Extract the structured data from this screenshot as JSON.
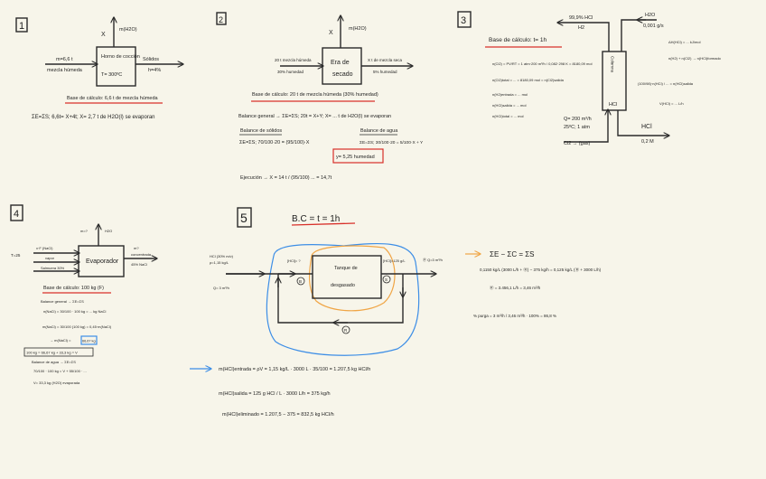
{
  "colors": {
    "background": "#f7f5ea",
    "ink": "#1e1e1e",
    "underline": "#d8302a",
    "highlight_blue": "#3d8ee6",
    "highlight_orange": "#f0a545"
  },
  "s1": {
    "number": "1",
    "unit": "Horno de cocción",
    "unit2": "T= 300ºC",
    "up_x": "X",
    "up_label": "m(H2O)",
    "in1": "m=6,6 t",
    "in2": "mezcla húmeda",
    "out1": "Sólidos",
    "out2": "h=4%",
    "base": "Base de cálculo: 6,6 t de mezcla húmeda",
    "eq": "ΣE=ΣS; 6,6t= X+4t; X= 2,7 t de H2O(l) se evaporan"
  },
  "s2": {
    "number": "2",
    "unit": "Era de",
    "unit2": "secado",
    "up_x": "X",
    "up_label": "m(H2O)",
    "in1": "20 t mezcla húmeda",
    "in2": "30% humedad",
    "out1": "X t de mezcla seca",
    "out2": "5% humedad",
    "base": "Base de cálculo: 20 t de mezcla húmeda (30% humedad)",
    "eq1": "Balance general → ΣE=ΣS; 20t = X+Y; X= ... t de H2O(l) se evaporan",
    "solids_title": "Balance de sólidos",
    "solids_eq": "ΣE=ΣS; 70/100·20 = (95/100)·X",
    "water_title": "Balance de agua",
    "water_eq": "ΣE=ΣS; 30/100·20 = 5/100·X + Y",
    "result": "y= 5,25 humedad",
    "eq2": "Ejecución → X = 14 t / (95/100) ... = 14,7t"
  },
  "s3": {
    "number": "3",
    "column_label": "Columna",
    "column_bottom": "HCl",
    "top_left_1": "99,9% HCl",
    "top_left_2": "H2",
    "top_right_1": "H2O",
    "top_right_2": "0,001 g/s",
    "bottom_in_1": "Q= 200 m³/h",
    "bottom_in_2": "25ºC; 1 atm",
    "bottom_in_3": "Cl2 → (gas)",
    "bottom_out_1": "HCl",
    "bottom_out_2": "0,2 M",
    "base": "Base de cálculo: t= 1h",
    "left_eqs": [
      "n(Cl2) = PV/RT = 1 atm·200 m³/h / 0,082·298 K = 8180,09 mol",
      "n(Cl2)total = ... = 8180,09 mol = n(Cl2)salida",
      "n(H2)entrada = ... mol",
      "n(HCl)salida = ... mol",
      "n(HCl)total = ... mol"
    ],
    "right_eqs": [
      "ΔH(HCl) = ... kJ/mol",
      "n(H2) + n(Cl2) → n(HCl)formado",
      "(100/98)·n(HCl) / ... = n(HCl)salida",
      "V(HCl) = ... L/h"
    ]
  },
  "s4": {
    "number": "4",
    "unit": "Evaporador",
    "left_label": "T=25",
    "in1": "x·F (NaCl)",
    "in2": "vapor",
    "in3": "Salmuera 30%",
    "up_1": "m=?",
    "up_2": "H2O",
    "out1": "m?",
    "out2": "concentrada",
    "out3": "45% NaCl",
    "base": "Base de cálculo: 100 kg (F)",
    "eqs": [
      "Balance general → ΣE=ΣS",
      "n(NaCl) = 30/100 · 100 kg = ... kg NaCl",
      "m(NaCl) = 30/100 (100 kg) = 0,45·m(NaCl)",
      "→ m(NaCl) ="
    ],
    "boxed_value": "66,67 kg",
    "boxed_eq": "100 kg = 66,67 kg + 33,3 kg = V",
    "eqs2": [
      "Balance de agua → ΣE=ΣS",
      "70/100 · 100 kg = V + 55/100 · ...",
      "V= 33,3 kg (H2O) evaporada"
    ]
  },
  "s5": {
    "number": "5",
    "bc": "B.C = t = 1h",
    "unit": "Tanque de",
    "unit2": "desgasado",
    "feed1": "HCl (30% m/v)",
    "feed2": "ρ=1,15 kg/L",
    "feed3": "Q= 3 m³/h",
    "conc_in": "[HCl]= ?",
    "conc_out": "[HCl]=125 g/L",
    "out_label": "Ⓟ Q=3 m³/h",
    "node_b": "B",
    "node_s": "S",
    "node_r": "R",
    "eq1": "m(HCl)entrada = ρV = 1,15 kg/L · 3000 L · 35/100 = 1.207,5 kg HCl/h",
    "eq2": "m(HCl)salida = 125 g HCl / L · 3000 L/h = 375 kg/h",
    "eq3": "m(HCl)eliminado = 1.207,5 − 375 = 832,5 kg HCl/h",
    "bal_title": "ΣE − ΣC = ΣS",
    "bal_eq1": "0,1150 kg/L (3000 L/h + Ⓡ) − 375 kg/h = 0,125 kg/L (Ⓡ + 3000 L/h)",
    "bal_eq2": "Ⓡ = 3.456,1 L/h = 3,46 m³/h",
    "pct": "% purga = 3 m³/h / 3,46 m³/h · 100% = 86,8 %"
  }
}
